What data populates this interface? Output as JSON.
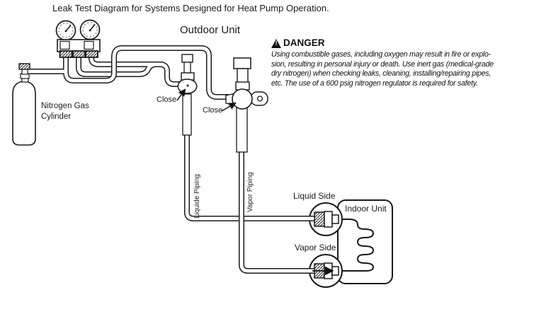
{
  "title": "Leak Test Diagram for Systems Designed for Heat Pump Operation.",
  "labels": {
    "outdoor_unit": "Outdoor Unit",
    "indoor_unit": "Indoor Unit",
    "nitrogen_line1": "Nitrogen Gas",
    "nitrogen_line2": "Cylinder",
    "close_liquid_valve": "Close",
    "close_vapor_valve": "Close",
    "liquid_piping": "Liquide Piping",
    "vapor_piping": "Vapor Piping",
    "liquid_side": "Liquid Side",
    "vapor_side": "Vapor Side"
  },
  "danger": {
    "title": "DANGER",
    "warning_icon": "exclamation-triangle",
    "lines": [
      "Using combustible gases, including oxygen may result in fire or explo-",
      "sion, resulting in personal injury or death. Use inert gas (medical-grade",
      "dry nitrogen) when checking leaks, cleaning, installing/repairing pipes,",
      "etc. The use of a 600 psig nitrogen regulator is required for safety."
    ]
  },
  "colors": {
    "line": "#1a1a1a",
    "background": "#ffffff"
  }
}
